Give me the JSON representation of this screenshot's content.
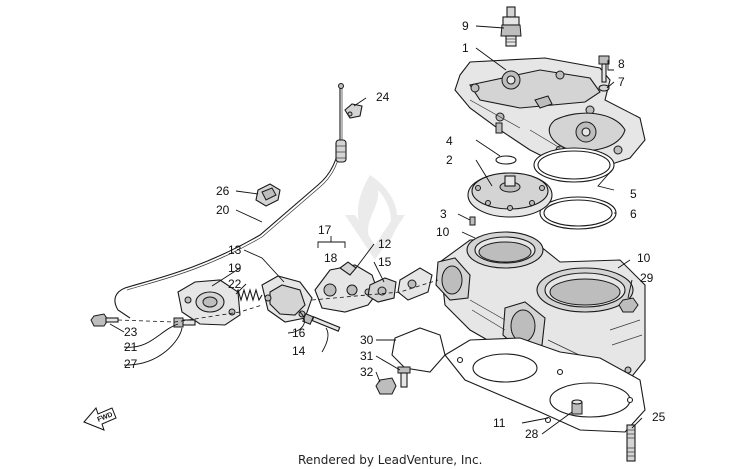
{
  "credit": "Rendered by LeadVenture, Inc.",
  "fwd_label": "FWD",
  "callouts": {
    "c1": "1",
    "c2": "2",
    "c3": "3",
    "c4": "4",
    "c5": "5",
    "c6": "6",
    "c7": "7",
    "c8": "8",
    "c9": "9",
    "c10a": "10",
    "c10b": "10",
    "c11": "11",
    "c12": "12",
    "c13": "13",
    "c14": "14",
    "c15": "15",
    "c16": "16",
    "c17": "17",
    "c18": "18",
    "c19": "19",
    "c20": "20",
    "c21": "21",
    "c22": "22",
    "c23": "23",
    "c24": "24",
    "c25": "25",
    "c26": "26",
    "c27": "27",
    "c28": "28",
    "c29": "29",
    "c30": "30",
    "c31": "31",
    "c32": "32"
  }
}
